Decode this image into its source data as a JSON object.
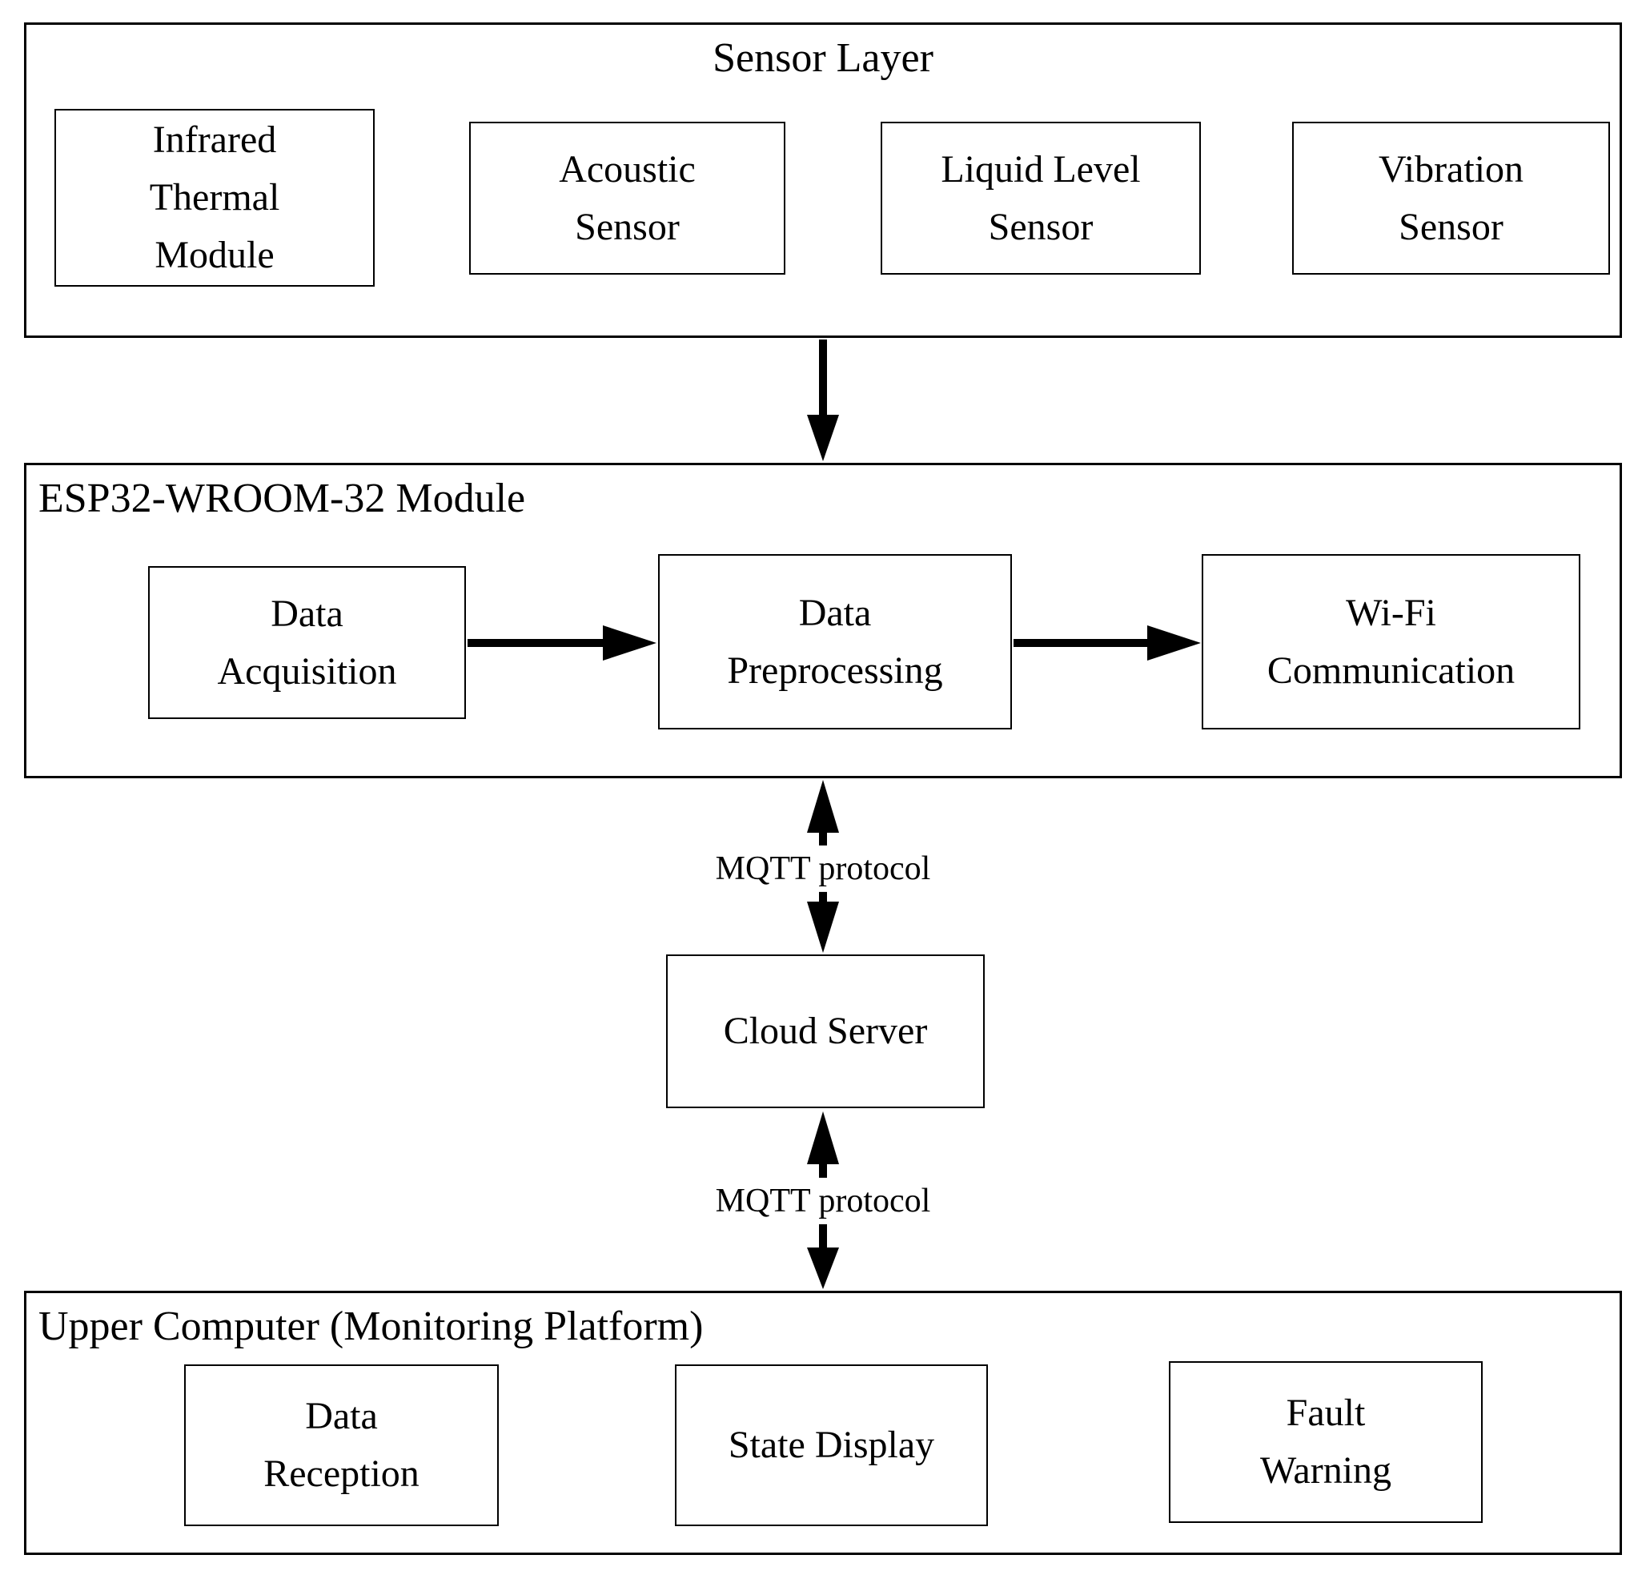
{
  "diagram": {
    "sensor_layer": {
      "title": "Sensor Layer",
      "boxes": [
        {
          "label": "Infrared\nThermal\nModule"
        },
        {
          "label": "Acoustic\nSensor"
        },
        {
          "label": "Liquid Level\nSensor"
        },
        {
          "label": "Vibration\nSensor"
        }
      ]
    },
    "esp32_module": {
      "title": "ESP32-WROOM-32 Module",
      "boxes": [
        {
          "label": "Data\nAcquisition"
        },
        {
          "label": "Data\nPreprocessing"
        },
        {
          "label": "Wi-Fi\nCommunication"
        }
      ]
    },
    "cloud_server": {
      "label": "Cloud Server"
    },
    "upper_computer": {
      "title": "Upper Computer (Monitoring Platform)",
      "boxes": [
        {
          "label": "Data\nReception"
        },
        {
          "label": "State Display"
        },
        {
          "label": "Fault\nWarning"
        }
      ]
    },
    "links": {
      "mqtt_label_1": "MQTT protocol",
      "mqtt_label_2": "MQTT protocol"
    },
    "colors": {
      "background": "#ffffff",
      "line": "#000000",
      "text": "#000000"
    }
  }
}
